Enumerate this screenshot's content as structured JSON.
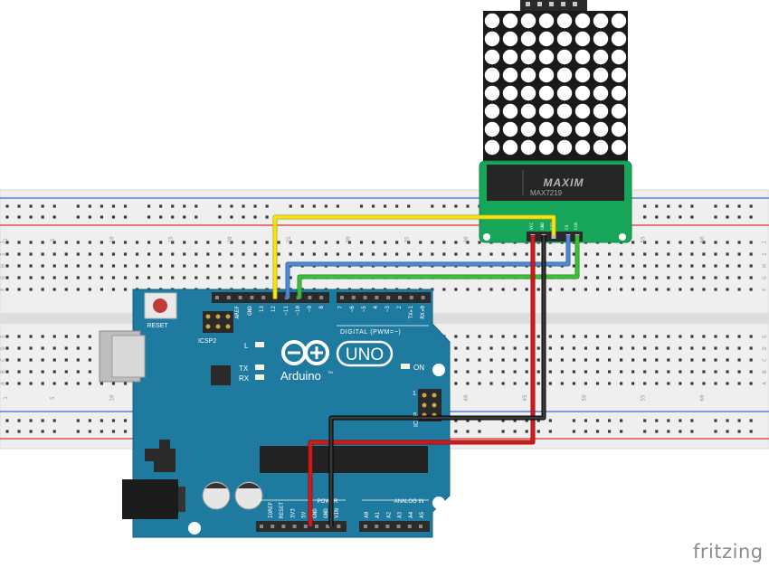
{
  "breadboard": {
    "column_numbers": [
      "1",
      "5",
      "10",
      "15",
      "20",
      "25",
      "30",
      "35",
      "40",
      "45",
      "50",
      "55",
      "60"
    ],
    "rows_top": [
      "J",
      "I",
      "H",
      "G",
      "F"
    ],
    "rows_bottom": [
      "E",
      "D",
      "C",
      "B",
      "A"
    ]
  },
  "arduino": {
    "brand": "Arduino",
    "model": "UNO",
    "tm": "TM",
    "reset_label": "RESET",
    "icsp2_label": "ICSP2",
    "icsp_label": "ICSP",
    "led_l": "L",
    "led_tx": "TX",
    "led_rx": "RX",
    "led_on": "ON",
    "digital_label": "DIGITAL (PWM=~)",
    "power_label": "POWER",
    "analog_label": "ANALOG IN",
    "icsp_one": "1",
    "digital_pins": [
      "AREF",
      "GND",
      "13",
      "12",
      "~11",
      "~10",
      "~9",
      "8",
      "7",
      "~6",
      "~5",
      "4",
      "~3",
      "2",
      "TX▸1",
      "RX◂0"
    ],
    "power_pins": [
      "IOREF",
      "RESET",
      "3V3",
      "5V",
      "GND",
      "GND",
      "VIN"
    ],
    "analog_pins": [
      "A0",
      "A1",
      "A2",
      "A3",
      "A4",
      "A5"
    ]
  },
  "module": {
    "chip_brand": "MAXIM",
    "chip_model": "MAX7219",
    "pins": [
      "VCC",
      "GND",
      "DIN",
      "CS",
      "CLK"
    ],
    "matrix_rows": 8,
    "matrix_cols": 8
  },
  "wires": [
    {
      "name": "yellow",
      "color": "#f5e31a"
    },
    {
      "name": "blue",
      "color": "#4f87d1"
    },
    {
      "name": "green",
      "color": "#3cbf3c"
    },
    {
      "name": "red",
      "color": "#d21a1a"
    },
    {
      "name": "black",
      "color": "#222222"
    }
  ],
  "colors": {
    "arduino_board": "#1f7aa0",
    "module_pcb": "#17a55a",
    "breadboard": "#eeeeee",
    "rail_red": "#e05050",
    "rail_blue": "#5a7fd6"
  },
  "watermark": "fritzing"
}
